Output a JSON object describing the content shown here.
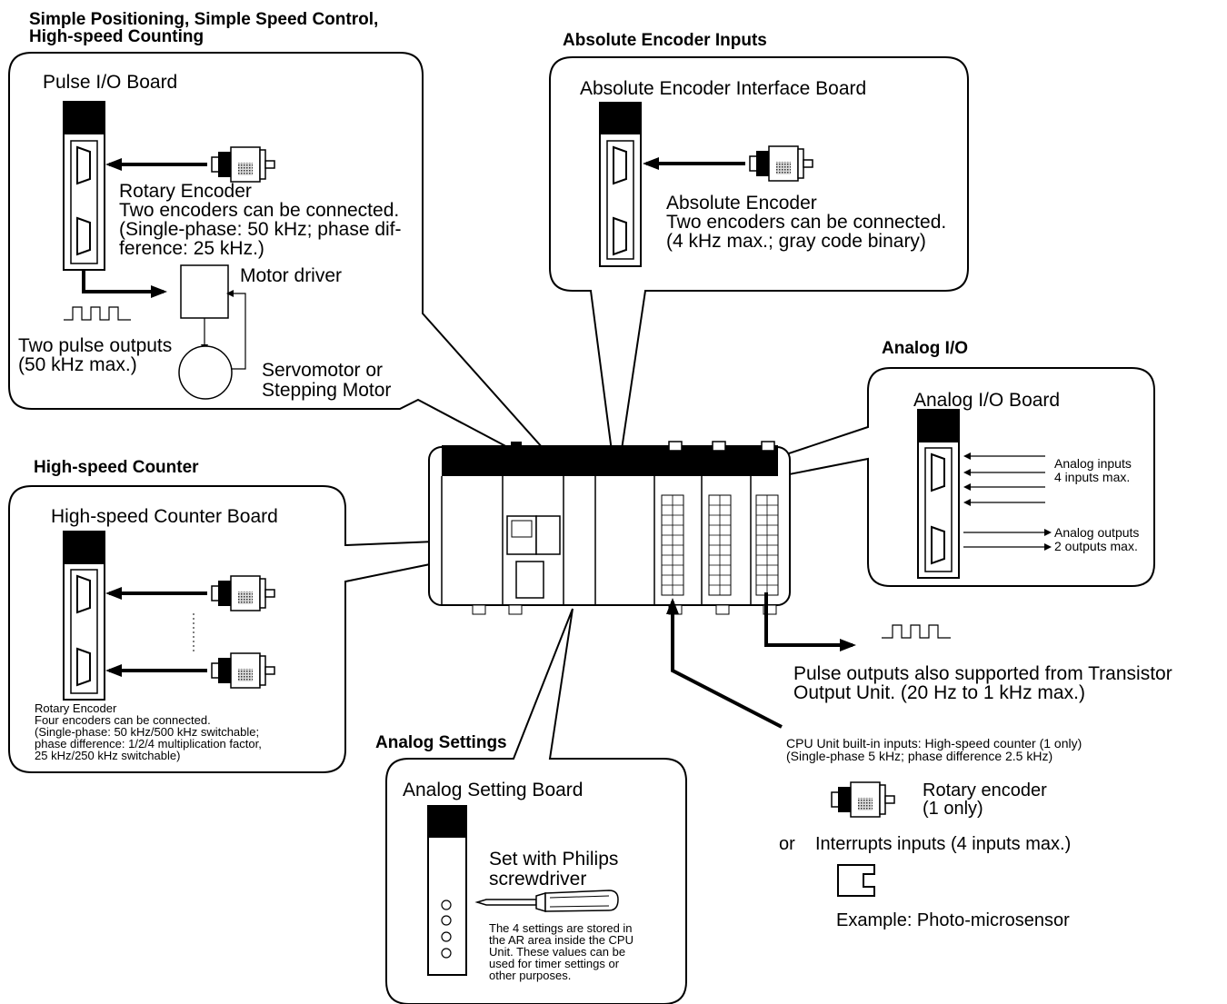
{
  "sections": {
    "positioning": {
      "heading": "Simple Positioning, Simple Speed Control,\nHigh-speed Counting",
      "board": "Pulse I/O Board",
      "encoder_text": "Rotary Encoder\nTwo encoders can be connected.\n(Single-phase: 50 kHz; phase dif-\nference: 25 kHz.)",
      "motor_driver": "Motor driver",
      "pulse_outputs": "Two pulse outputs\n(50 kHz max.)",
      "motor": "Servomotor or\nStepping Motor"
    },
    "absolute": {
      "heading": "Absolute Encoder Inputs",
      "board": "Absolute Encoder Interface Board",
      "encoder_text": "Absolute Encoder\nTwo encoders can be connected.\n(4 kHz max.; gray code binary)"
    },
    "analog_io": {
      "heading": "Analog I/O",
      "board": "Analog I/O Board",
      "inputs": "Analog inputs\n4 inputs max.",
      "outputs": "Analog outputs\n2 outputs max."
    },
    "counter": {
      "heading": "High-speed Counter",
      "board": "High-speed Counter Board",
      "encoder_text": "Rotary Encoder\nFour encoders can be connected.\n(Single-phase: 50 kHz/500 kHz switchable;\nphase difference: 1/2/4 multiplication factor,\n25 kHz/250 kHz switchable)"
    },
    "analog_settings": {
      "heading": "Analog Settings",
      "board": "Analog Setting Board",
      "screwdriver": "Set with Philips\nscrewdriver",
      "note": "The 4 settings are stored in\nthe AR area inside the CPU\nUnit. These values can be\nused for timer settings or\nother purposes."
    },
    "transistor": {
      "text": "Pulse outputs also supported from Transistor\nOutput Unit. (20 Hz to 1 kHz max.)"
    },
    "cpu_inputs": {
      "text": "CPU Unit built-in inputs: High-speed counter (1 only)\n(Single-phase 5 kHz; phase difference 2.5 kHz)",
      "rotary": "Rotary encoder\n(1 only)",
      "or": "or",
      "interrupts": "Interrupts inputs (4 inputs max.)",
      "example": "Example: Photo-microsensor"
    }
  },
  "icons": [
    "rotary-encoder-icon",
    "pulse-train-icon",
    "motor-icon",
    "screwdriver-icon",
    "photo-microsensor-icon",
    "connector-icon",
    "plc-rack-icon"
  ],
  "colors": {
    "line": "#000000",
    "fill": "#ffffff"
  }
}
